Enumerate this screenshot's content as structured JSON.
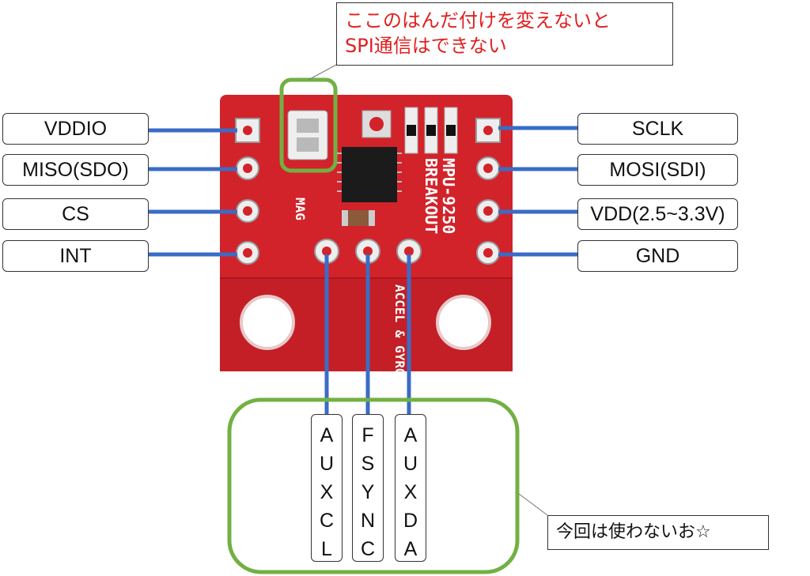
{
  "note_top": {
    "line1": "ここのはんだ付けを変えないと",
    "line2": "SPI通信はできない",
    "color": "#e02020"
  },
  "note_bottom": {
    "text": "今回は使わないお☆"
  },
  "left_pins": [
    "VDDIO",
    "MISO(SDO)",
    "CS",
    "INT"
  ],
  "right_pins": [
    "SCLK",
    "MOSI(SDI)",
    "VDD(2.5~3.3V)",
    "GND"
  ],
  "bottom_pins": [
    {
      "name": "AUXCL",
      "letters": [
        "A",
        "U",
        "X",
        "C",
        "L"
      ]
    },
    {
      "name": "FSYNC",
      "letters": [
        "F",
        "S",
        "Y",
        "N",
        "C"
      ]
    },
    {
      "name": "AUXDA",
      "letters": [
        "A",
        "U",
        "X",
        "D",
        "A"
      ]
    }
  ],
  "board_silkscreen": {
    "line1": "MPU-9250",
    "line2": "BREAKOUT",
    "mag": "MAG",
    "accel_gyro": "ACCEL & GYRO"
  },
  "colors": {
    "board": "#d2232a",
    "wire": "#3a6cc6",
    "highlight": "#72b043"
  }
}
